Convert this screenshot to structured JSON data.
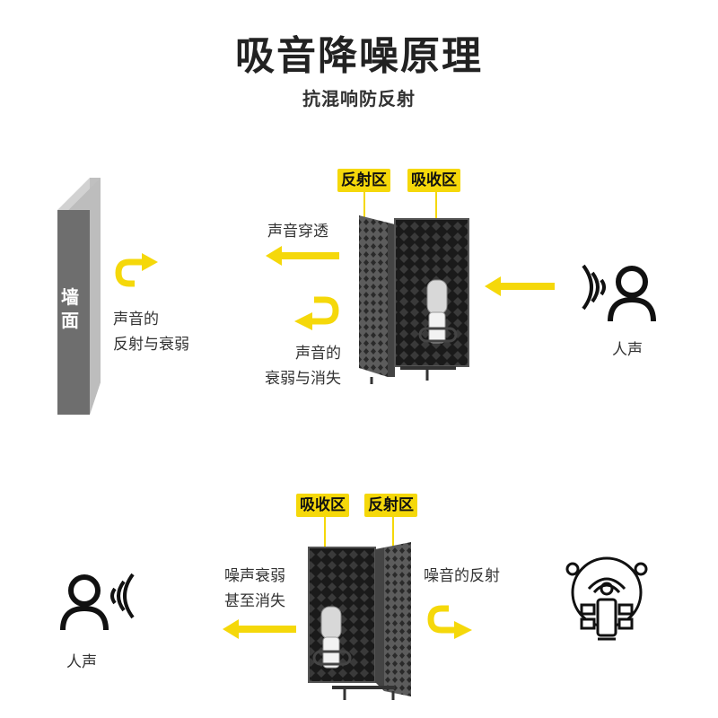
{
  "title": "吸音降噪原理",
  "subtitle": "抗混响防反射",
  "colors": {
    "accent_yellow": "#f5d80a",
    "foam_dark": "#1e1e1e",
    "metal_grey": "#6a6a6a",
    "wall_front": "#6e6e6e",
    "wall_side": "#bdbdbd"
  },
  "diagram_top": {
    "wall_label": [
      "墙",
      "面"
    ],
    "reflect_tag": "反射区",
    "absorb_tag": "吸收区",
    "penetrate_text": "声音穿透",
    "wall_reflect_text": [
      "声音的",
      "反射与衰弱"
    ],
    "weaken_text": [
      "声音的",
      "衰弱与消失"
    ],
    "voice_label": "人声",
    "voice_icon": "person-voice-icon"
  },
  "diagram_bottom": {
    "absorb_tag": "吸收区",
    "reflect_tag": "反射区",
    "noise_weaken_text": [
      "噪声衰弱",
      "甚至消失"
    ],
    "noise_reflect_text": "噪音的反射",
    "voice_label": "人声",
    "voice_icon": "person-voice-icon",
    "noise_icon": "noise-source-icon"
  }
}
